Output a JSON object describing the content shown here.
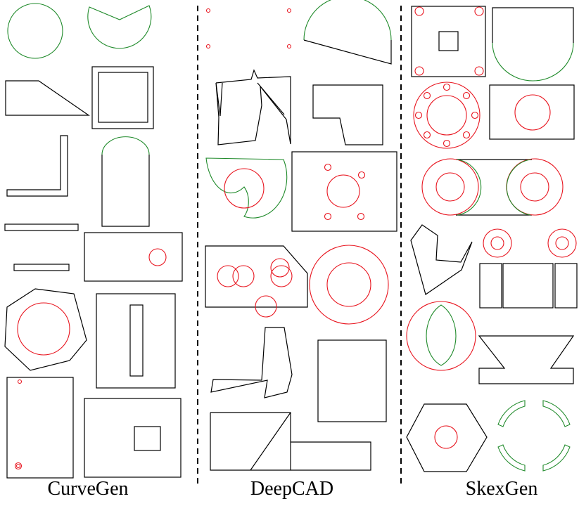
{
  "figure": {
    "columns": [
      {
        "id": "curvegen",
        "label": "CurveGen"
      },
      {
        "id": "deepcad",
        "label": "DeepCAD"
      },
      {
        "id": "skexgen",
        "label": "SkexGen"
      }
    ],
    "colors": {
      "line": "#000000",
      "circle": "#e8141e",
      "arc": "#1f8a2a",
      "background": "#ffffff"
    }
  }
}
